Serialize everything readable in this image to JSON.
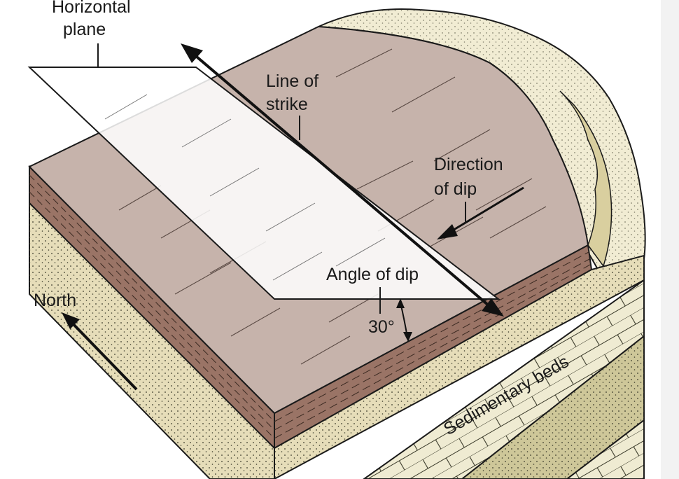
{
  "labels": {
    "horizontal_plane_1": "Horizontal",
    "horizontal_plane_2": "plane",
    "line_of_strike_1": "Line of",
    "line_of_strike_2": "strike",
    "direction_of_dip_1": "Direction",
    "direction_of_dip_2": "of dip",
    "angle_of_dip": "Angle of dip",
    "angle_value": "30°",
    "north": "North",
    "sedimentary_beds": "Sedimentary beds"
  },
  "colors": {
    "top_surface": "#c6b3ab",
    "brown_layer": "#9a7466",
    "sand_layer": "#e6ddb9",
    "limestone_layer": "#efebd2",
    "dark_sand_layer": "#cec799",
    "rim_sand": "#f1ecd3",
    "outline": "#1a1a1a",
    "background": "#ffffff"
  }
}
